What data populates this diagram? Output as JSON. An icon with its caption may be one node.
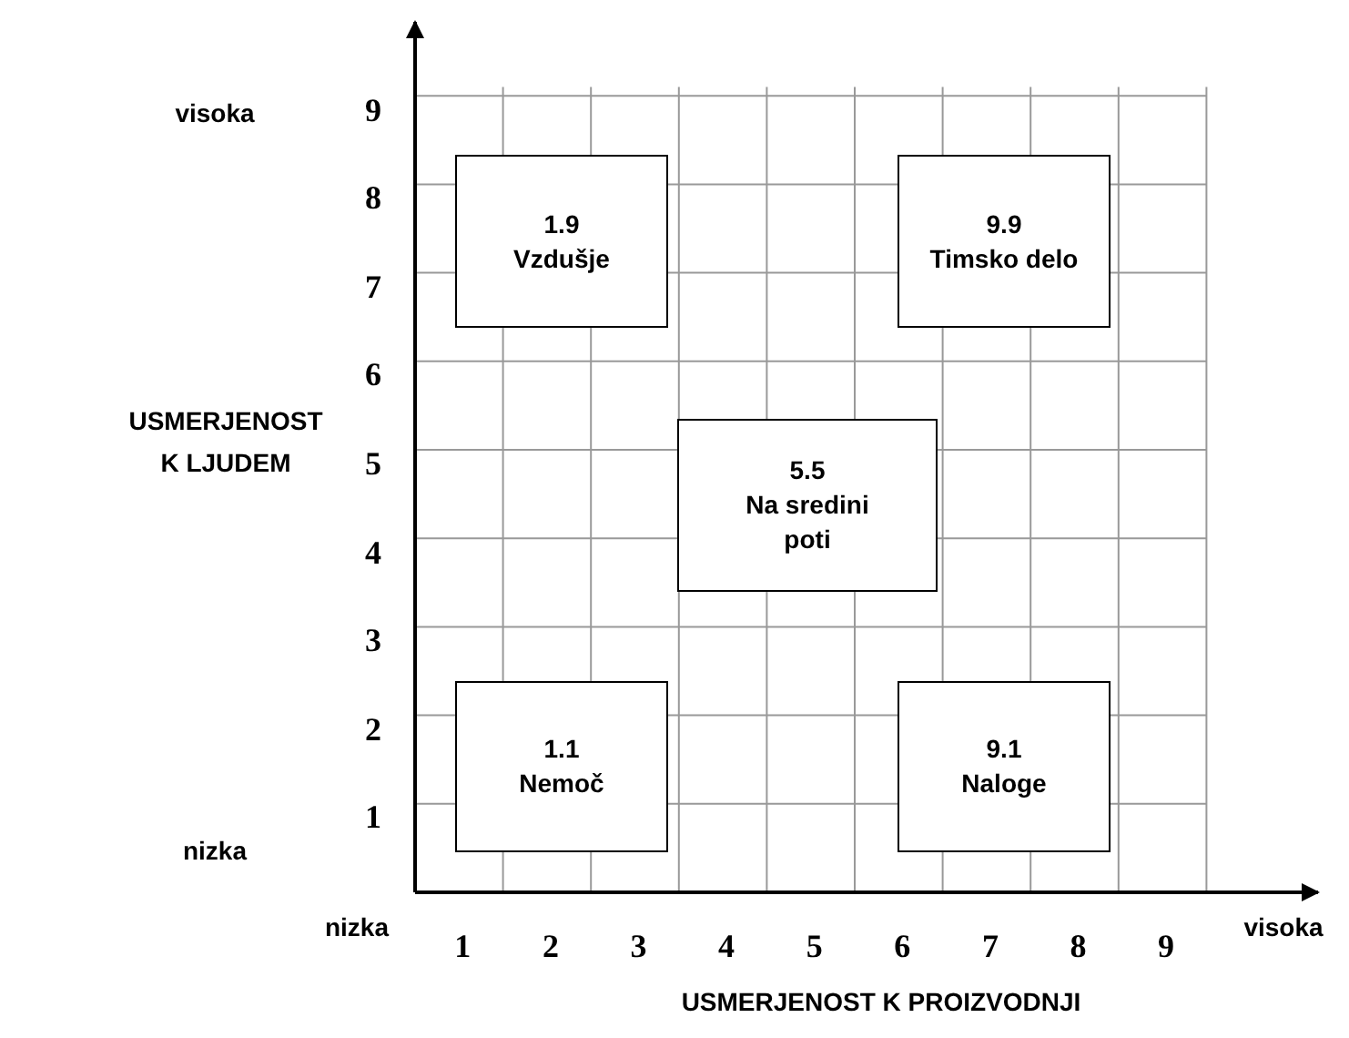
{
  "diagram": {
    "nodes": [
      {
        "text": [
          "1.9",
          "Vzdušje"
        ]
      },
      {
        "text": [
          "9.9",
          "Timsko delo"
        ]
      },
      {
        "text": [
          "5.5",
          "Na sredini poti"
        ]
      },
      {
        "text": [
          "1.1",
          "Nemoč"
        ]
      },
      {
        "text": [
          "9.1",
          "Naloge"
        ]
      }
    ],
    "labels": [
      "visoka",
      "9",
      "8",
      "7",
      "6",
      "USMERJENOST K LJUDEM",
      "5",
      "4",
      "3",
      "2",
      "1",
      "nizka",
      "1",
      "2",
      "3",
      "4",
      "5",
      "6",
      "7",
      "8",
      "9",
      "nizka",
      "visoka",
      "USMERJENOST K PROIZVODNJI"
    ]
  }
}
